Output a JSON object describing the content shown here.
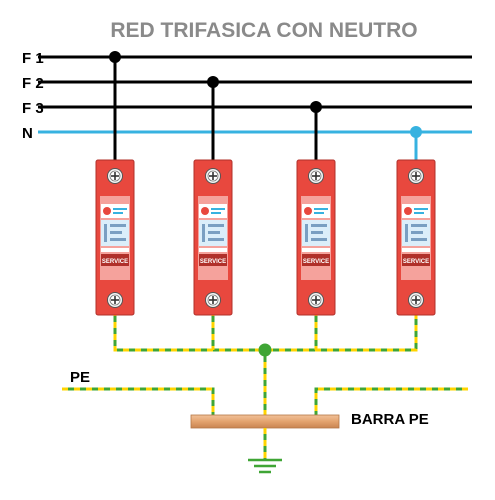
{
  "title": "RED TRIFASICA  CON NEUTRO",
  "lines": [
    {
      "label": "F 1",
      "color": "#000000"
    },
    {
      "label": "F 2",
      "color": "#000000"
    },
    {
      "label": "F 3",
      "color": "#000000"
    },
    {
      "label": "N",
      "color": "#37b2e0"
    }
  ],
  "pe_label": "PE",
  "bar_label": "BARRA PE",
  "device_label": "SERVICE",
  "colors": {
    "device": "#e8483e",
    "device_dark": "#c2352c",
    "bar": "#e3a36e",
    "earth_green": "#3fa535",
    "earth_yellow": "#ffd400",
    "neutral": "#37b2e0"
  }
}
